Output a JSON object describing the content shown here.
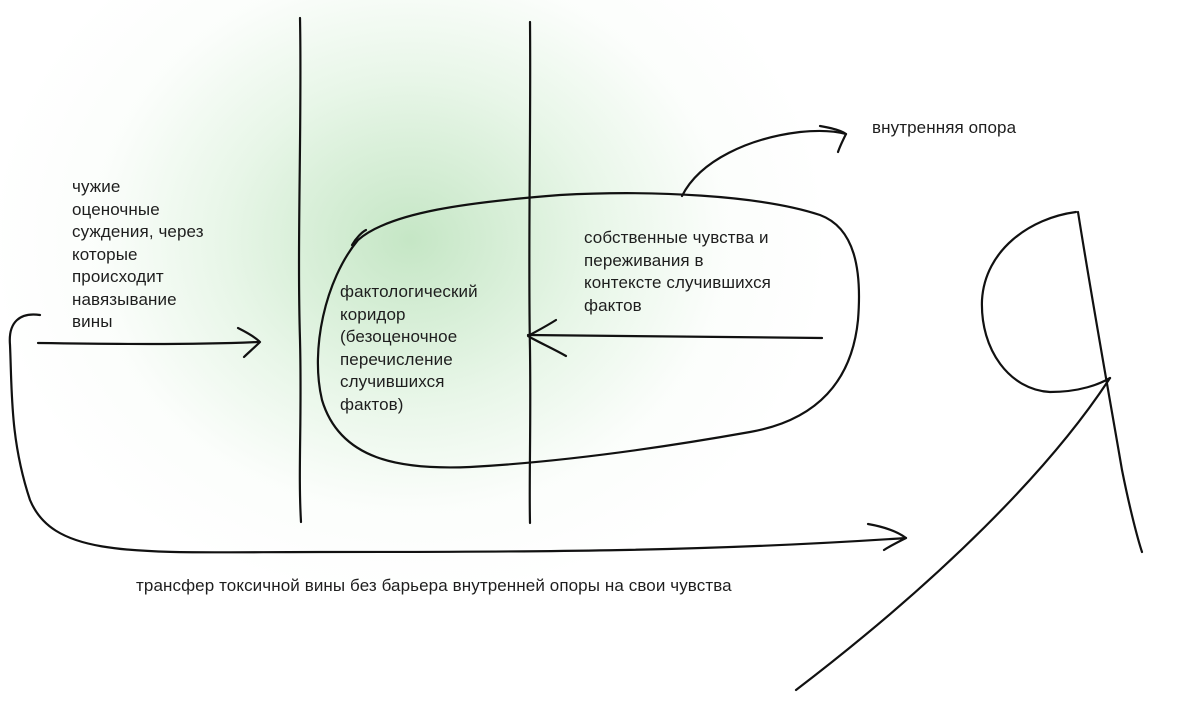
{
  "diagram": {
    "labels": {
      "judgments": "чужие\nоценочные\nсуждения, через\nкоторые\nпроисходит\nнавязывание\nвины",
      "corridor": "фактологический\nкоридор\n(безоценочное\nперечисление\nслучившихся\nфактов)",
      "feelings": "собственные чувства и\nпереживания в\nконтексте случившихся\nфактов",
      "inner_support": "внутренняя опора",
      "transfer": "трансфер токсичной вины без барьера внутренней опоры на свои чувства"
    },
    "colors": {
      "stroke": "#111111",
      "text": "#1e1e1e",
      "glow": "#96d296"
    }
  }
}
